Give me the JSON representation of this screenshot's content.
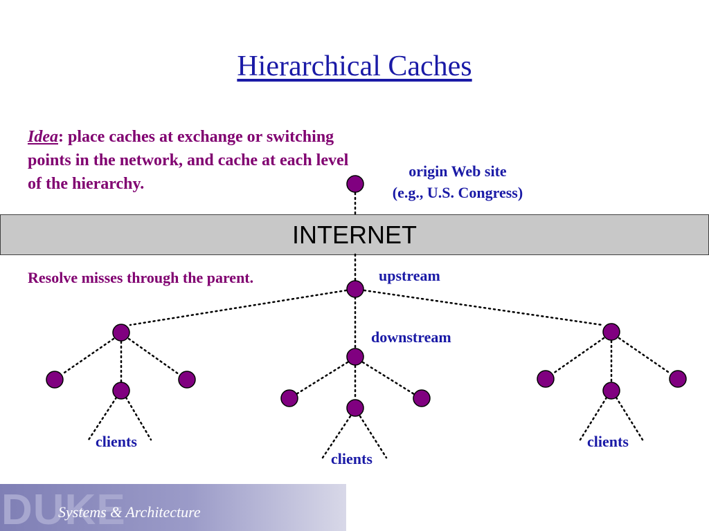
{
  "slide": {
    "title": "Hierarchical Caches",
    "idea_keyword": "Idea",
    "idea_text": ": place caches at exchange or switching points in the network, and cache at each level of the hierarchy.",
    "resolve_text": "Resolve misses through the parent.",
    "origin_line1": "origin Web site",
    "origin_line2": "(e.g., U.S. Congress)",
    "internet_label": "INTERNET",
    "upstream_label": "upstream",
    "downstream_label": "downstream",
    "clients_labels": [
      "clients",
      "clients",
      "clients"
    ]
  },
  "footer": {
    "logo": "DUKE",
    "subtitle": "Systems & Architecture"
  },
  "colors": {
    "node_fill": "#800080",
    "title": "#1a1aa6",
    "body_text": "#800070",
    "band": "#c8c8c8"
  }
}
